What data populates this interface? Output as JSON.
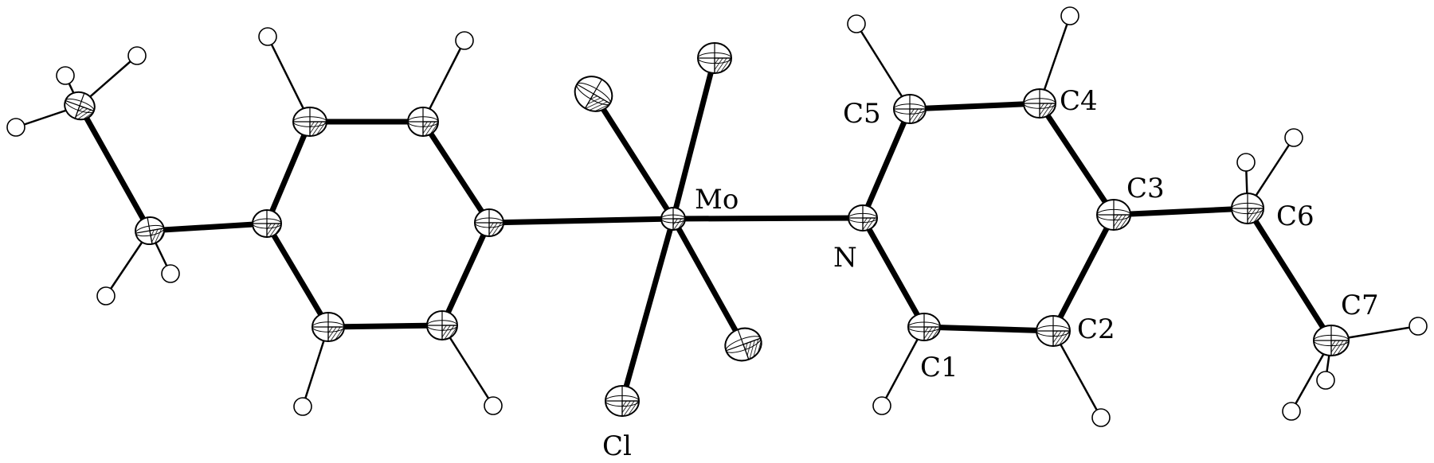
{
  "diagram": {
    "labels": {
      "mo": "Mo",
      "n": "N",
      "cl": "Cl",
      "c1": "C1",
      "c2": "C2",
      "c3": "C3",
      "c4": "C4",
      "c5": "C5",
      "c6": "C6",
      "c7": "C7"
    }
  }
}
